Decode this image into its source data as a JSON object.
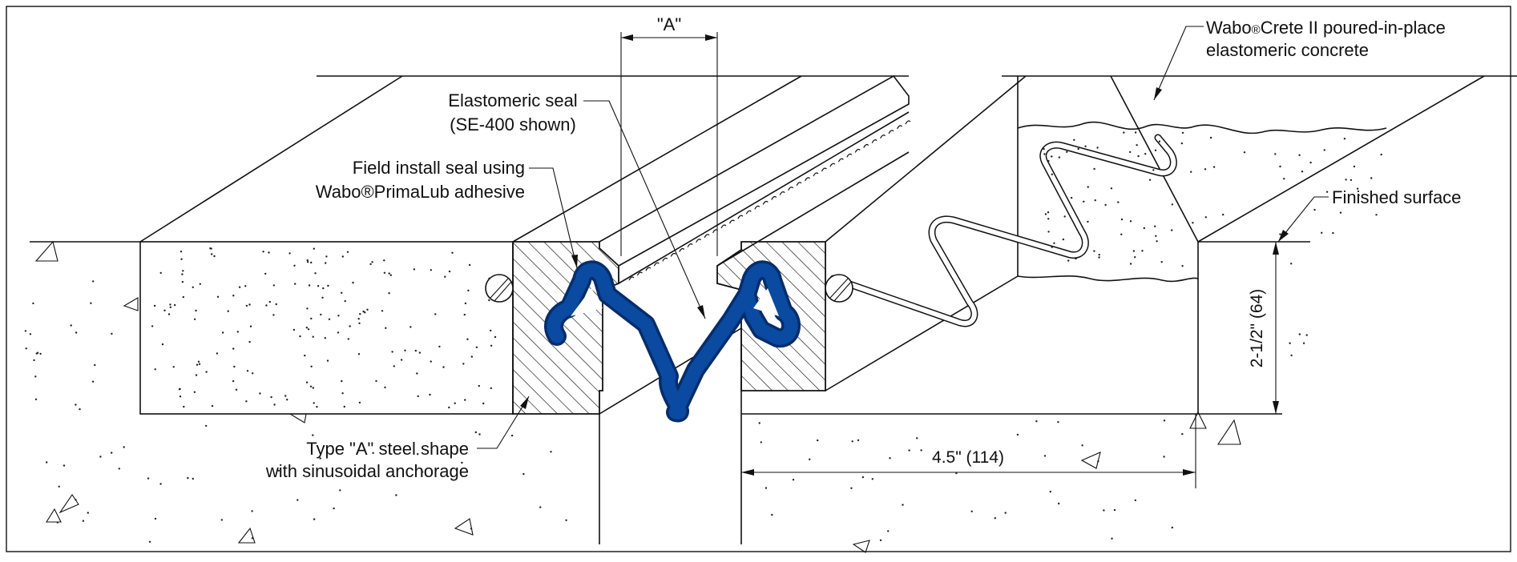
{
  "labels": {
    "dim_a": "\"A\"",
    "elastomeric_seal_line1": "Elastomeric seal",
    "elastomeric_seal_line2": "(SE-400 shown)",
    "field_install_line1": "Field install seal using",
    "field_install_line2": "Wabo®PrimaLub adhesive",
    "wabocrete_line1": "Wabo",
    "wabocrete_reg": "®",
    "wabocrete_line1b": "Crete II poured-in-place",
    "wabocrete_line2": "elastomeric concrete",
    "finished_surface": "Finished surface",
    "steel_shape_line1": "Type \"A\" steel shape",
    "steel_shape_line2": "with sinusoidal anchorage",
    "dim_depth": "2-1/2\" (64)",
    "dim_width": "4.5\" (114)"
  },
  "colors": {
    "seal": "#0a4aa0",
    "seal_dark": "#062d6b",
    "line": "#111111",
    "background": "#ffffff"
  }
}
